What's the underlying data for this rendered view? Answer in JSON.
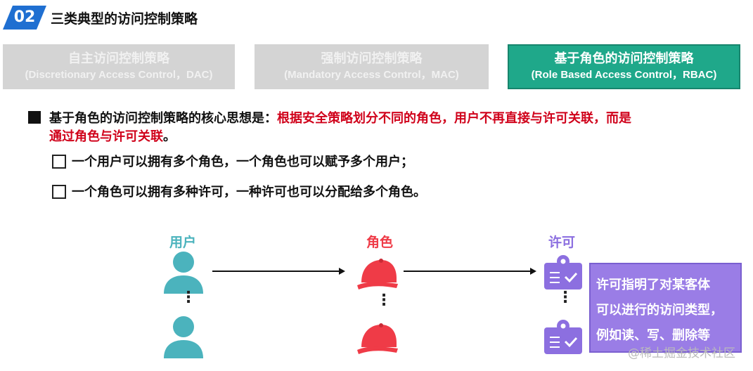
{
  "header": {
    "number": "02",
    "title": "三类典型的访问控制策略"
  },
  "policies": [
    {
      "cn": "自主访问控制策略",
      "en": "(Discretionary Access Control，DAC)"
    },
    {
      "cn": "强制访问控制策略",
      "en": "(Mandatory Access Control，MAC)"
    },
    {
      "cn": "基于角色的访问控制策略",
      "en": "(Role Based Access Control，RBAC)"
    }
  ],
  "core": {
    "lead": "基于角色的访问控制策略的核心思想是：",
    "highlight_line1": "根据安全策略划分不同的角色，用户不再直接与许可关联，而是",
    "highlight_line2": "通过角色与许可关联",
    "end": "。"
  },
  "points": [
    "一个用户可以拥有多个角色，一个角色也可以赋予多个用户；",
    "一个角色可以拥有多种许可，一种许可也可以分配给多个角色。"
  ],
  "diagram": {
    "user_label": "用户",
    "role_label": "角色",
    "perm_label": "许可",
    "ellipsis": "⋮",
    "desc_lines": [
      "许可指明了对某客体",
      "可以进行的访问类型，",
      "例如读、写、删除等"
    ],
    "colors": {
      "user": "#4bb3bd",
      "role": "#ef3b47",
      "perm": "#8c6fe0"
    }
  },
  "watermark": "@稀土掘金技术社区"
}
